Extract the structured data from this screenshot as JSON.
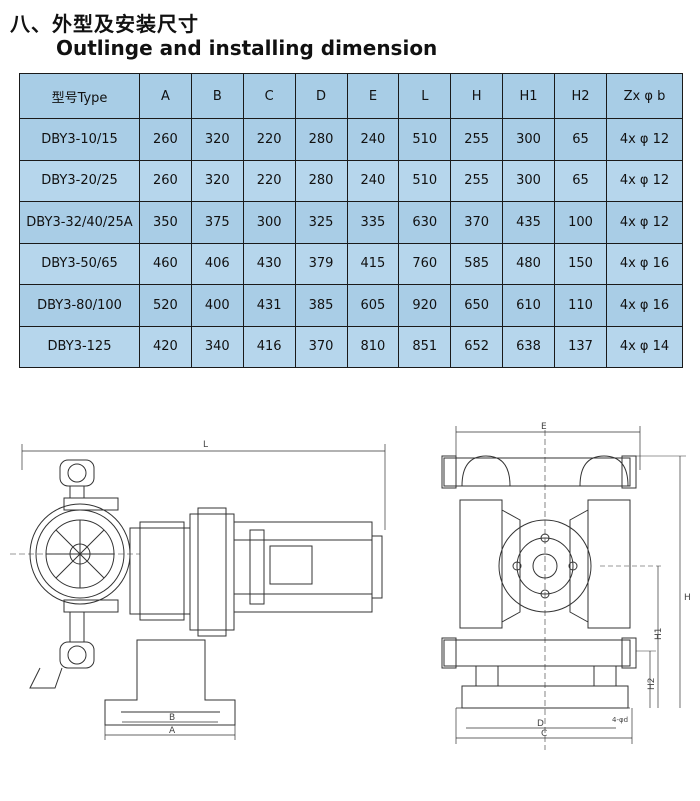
{
  "heading": {
    "cn": "八、外型及安装尺寸",
    "en": "Outlinge and installing dimension"
  },
  "table": {
    "headers": [
      "型号Type",
      "A",
      "B",
      "C",
      "D",
      "E",
      "L",
      "H",
      "H1",
      "H2",
      "Zx φ b"
    ],
    "rows": [
      [
        "DBY3-10/15",
        "260",
        "320",
        "220",
        "280",
        "240",
        "510",
        "255",
        "300",
        "65",
        "4x φ 12"
      ],
      [
        "DBY3-20/25",
        "260",
        "320",
        "220",
        "280",
        "240",
        "510",
        "255",
        "300",
        "65",
        "4x φ 12"
      ],
      [
        "DBY3-32/40/25A",
        "350",
        "375",
        "300",
        "325",
        "335",
        "630",
        "370",
        "435",
        "100",
        "4x φ 12"
      ],
      [
        "DBY3-50/65",
        "460",
        "406",
        "430",
        "379",
        "415",
        "760",
        "585",
        "480",
        "150",
        "4x φ 16"
      ],
      [
        "DBY3-80/100",
        "520",
        "400",
        "431",
        "385",
        "605",
        "920",
        "650",
        "610",
        "110",
        "4x φ 16"
      ],
      [
        "DBY3-125",
        "420",
        "340",
        "416",
        "370",
        "810",
        "851",
        "652",
        "638",
        "137",
        "4x φ 14"
      ]
    ]
  },
  "drawing_labels": {
    "L": "L",
    "B": "B",
    "A": "A",
    "E": "E",
    "D": "D",
    "C": "C",
    "H": "H",
    "H1": "H1",
    "H2": "H2",
    "bolt": "4-φd"
  },
  "colors": {
    "table_fill": "#a9cde6",
    "border": "#1a1a1a"
  }
}
